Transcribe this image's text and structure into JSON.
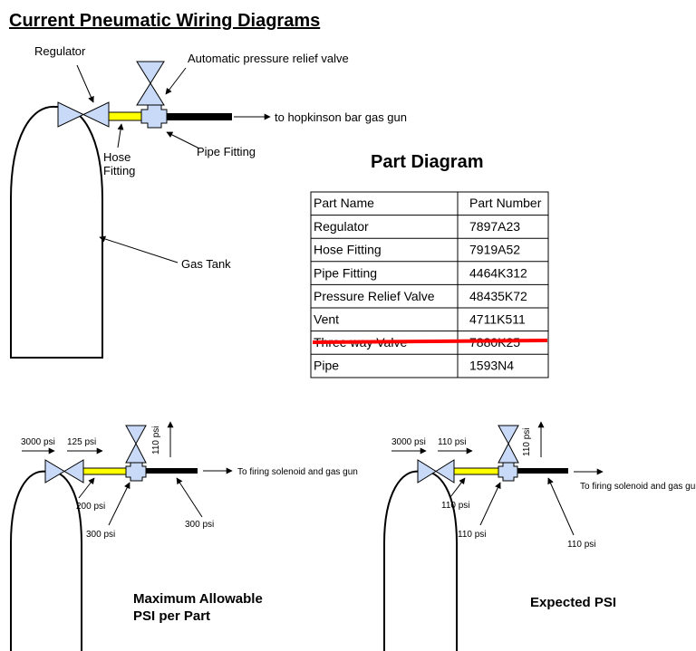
{
  "title": "Current Pneumatic Wiring Diagrams",
  "top_diagram": {
    "regulator": "Regulator",
    "relief_valve": "Automatic pressure relief valve",
    "destination": "to hopkinson bar gas gun",
    "hose_fitting_1": "Hose",
    "hose_fitting_2": "Fitting",
    "pipe_fitting": "Pipe Fitting",
    "gas_tank": "Gas Tank"
  },
  "part_diagram": {
    "heading": "Part Diagram",
    "columns": [
      "Part Name",
      "Part Number"
    ],
    "rows": [
      {
        "name": "Regulator",
        "number": "7897A23"
      },
      {
        "name": "Hose Fitting",
        "number": "7919A52"
      },
      {
        "name": "Pipe Fitting",
        "number": "4464K312"
      },
      {
        "name": "Pressure Relief Valve",
        "number": "48435K72"
      },
      {
        "name": "Vent",
        "number": "4711K511"
      },
      {
        "name": "Three way Valve",
        "number": "7880K25"
      },
      {
        "name": "Pipe",
        "number": "1593N4"
      }
    ],
    "strike_color": "#ff0000"
  },
  "max_diagram": {
    "inlet": "3000 psi",
    "regulated": "125 psi",
    "relief": "110 psi",
    "destination": "To firing solenoid and gas gun",
    "hose": "200 psi",
    "fitting": "300 psi",
    "pipe": "300 psi",
    "caption_1": "Maximum Allowable",
    "caption_2": "PSI per Part"
  },
  "expected_diagram": {
    "inlet": "3000 psi",
    "regulated": "110 psi",
    "relief": "110 psi",
    "destination": "To firing solenoid and gas gun",
    "hose": "110 psi",
    "fitting": "110 psi",
    "pipe": "110 psi",
    "caption": "Expected PSI"
  },
  "colors": {
    "valve_fill": "#c9daf8",
    "hose_fill": "#ffff00",
    "pipe_fill": "#000000"
  }
}
